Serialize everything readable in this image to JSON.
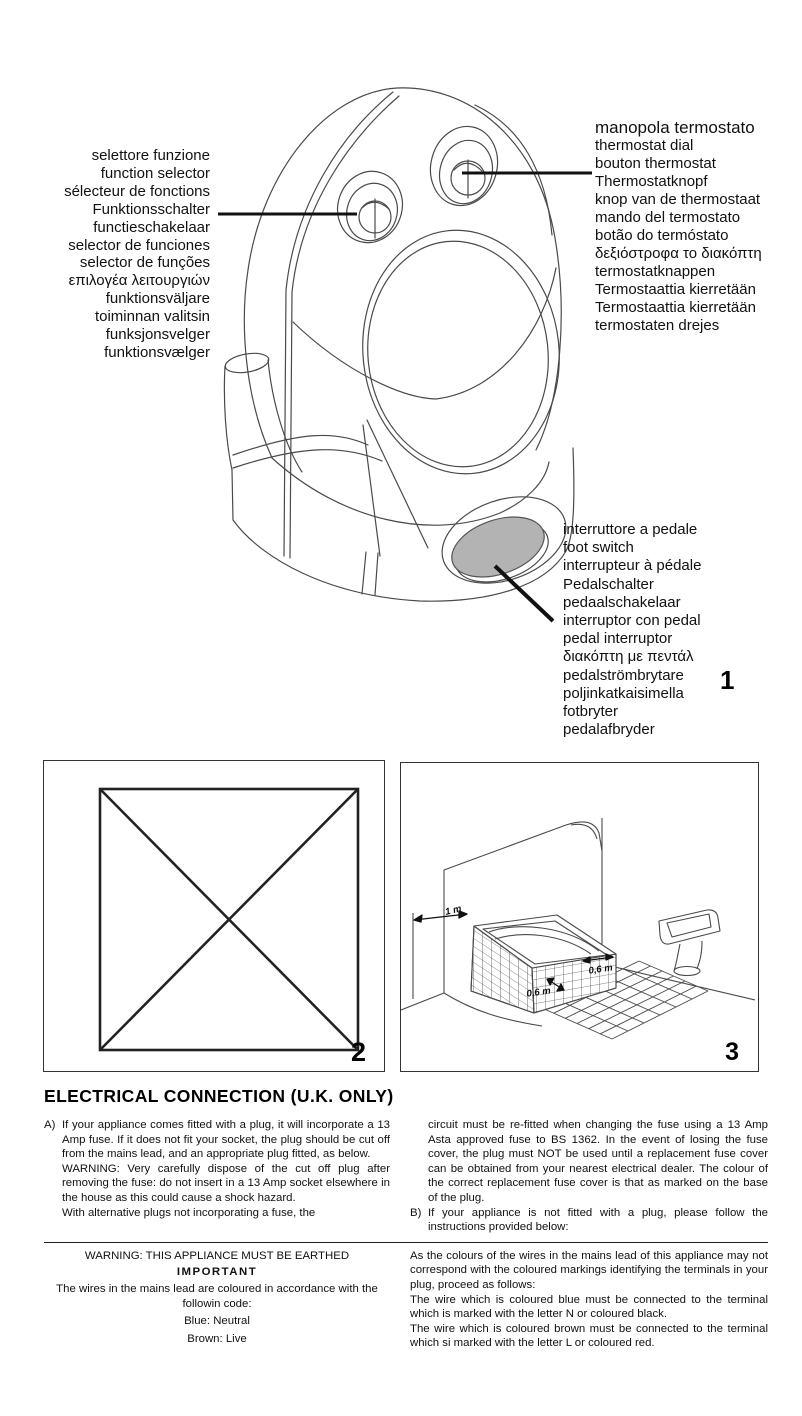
{
  "colors": {
    "ink": "#1a1a1a",
    "line": "#3a3a3a",
    "pedal_fill": "#b3b3b3",
    "background": "#ffffff"
  },
  "figures": {
    "fig1_number": "1",
    "fig2_number": "2",
    "fig3_number": "3"
  },
  "fig3_dims": {
    "wall": "1 m",
    "side": "0,6 m",
    "front": "0,6 m"
  },
  "labels": {
    "function_selector": [
      "selettore funzione",
      "function selector",
      "sélecteur de fonctions",
      "Funktionsschalter",
      "functieschakelaar",
      "selector de funciones",
      "selector de funções",
      "επιλογέα λειτουργιών",
      "funktionsväljare",
      "toiminnan valitsin",
      "funksjonsvelger",
      "funktionsvælger"
    ],
    "thermostat": [
      "manopola termostato",
      "thermostat dial",
      "bouton thermostat",
      "Thermostatknopf",
      "knop van de thermostaat",
      "mando del termostato",
      "botão do termóstato",
      "δεξιόστροφα το διακόπτη",
      "termostatknappen",
      "Termostaattia kierretään",
      "Termostaattia kierretään",
      "termostaten drejes"
    ],
    "foot_switch": [
      "interruttore a pedale",
      "foot switch",
      "interrupteur à pédale",
      "Pedalschalter",
      "pedaalschakelaar",
      "interruptor con pedal",
      "pedal interruptor",
      "διακόπτη με πεντάλ",
      "pedalströmbrytare",
      "poljinkatkaisimella",
      "fotbryter",
      "pedalafbryder"
    ]
  },
  "electrical": {
    "heading": "ELECTRICAL CONNECTION (U.K. ONLY)",
    "a_marker": "A)",
    "b_marker": "B)",
    "a_para1": "If your appliance comes fitted with a plug, it will incorporate a 13 Amp fuse. If it does not fit your socket, the plug should be cut off from the mains lead, and an appropriate plug fitted, as below.",
    "a_para2": "WARNING: Very carefully dispose of the cut off plug after removing the fuse: do not insert in a 13 Amp socket elsewhere in the house as this could cause a shock hazard.",
    "a_para3": "With alternative plugs not incorporating a fuse, the",
    "r_para1": "circuit must be re-fitted when changing the fuse using a 13 Amp Asta approved fuse to BS 1362. In the event of losing the fuse cover, the plug must NOT be used until a replacement fuse cover can be obtained from your nearest electrical dealer. The colour of the correct replacement fuse cover is that as marked on the base of the plug.",
    "b_para": "If your appliance is not fitted with a plug, please follow the instructions provided below:",
    "warning_earthed": "WARNING: THIS APPLIANCE MUST BE EARTHED",
    "important": "IMPORTANT",
    "wires_text": "The wires in the mains lead are coloured in accordance with the followin code:",
    "blue_line": "Blue: Neutral",
    "brown_line": "Brown: Live",
    "colours_para": "As the colours of the wires in the mains lead of this appliance may not correspond with the coloured markings identifying the terminals in your plug, proceed as follows:",
    "blue_wire_para": "The wire which is coloured blue must be connected to the terminal which is marked with the letter N or coloured black.",
    "brown_wire_para": "The wire which is coloured brown must be connected to the terminal which si marked with the letter L or coloured red."
  }
}
